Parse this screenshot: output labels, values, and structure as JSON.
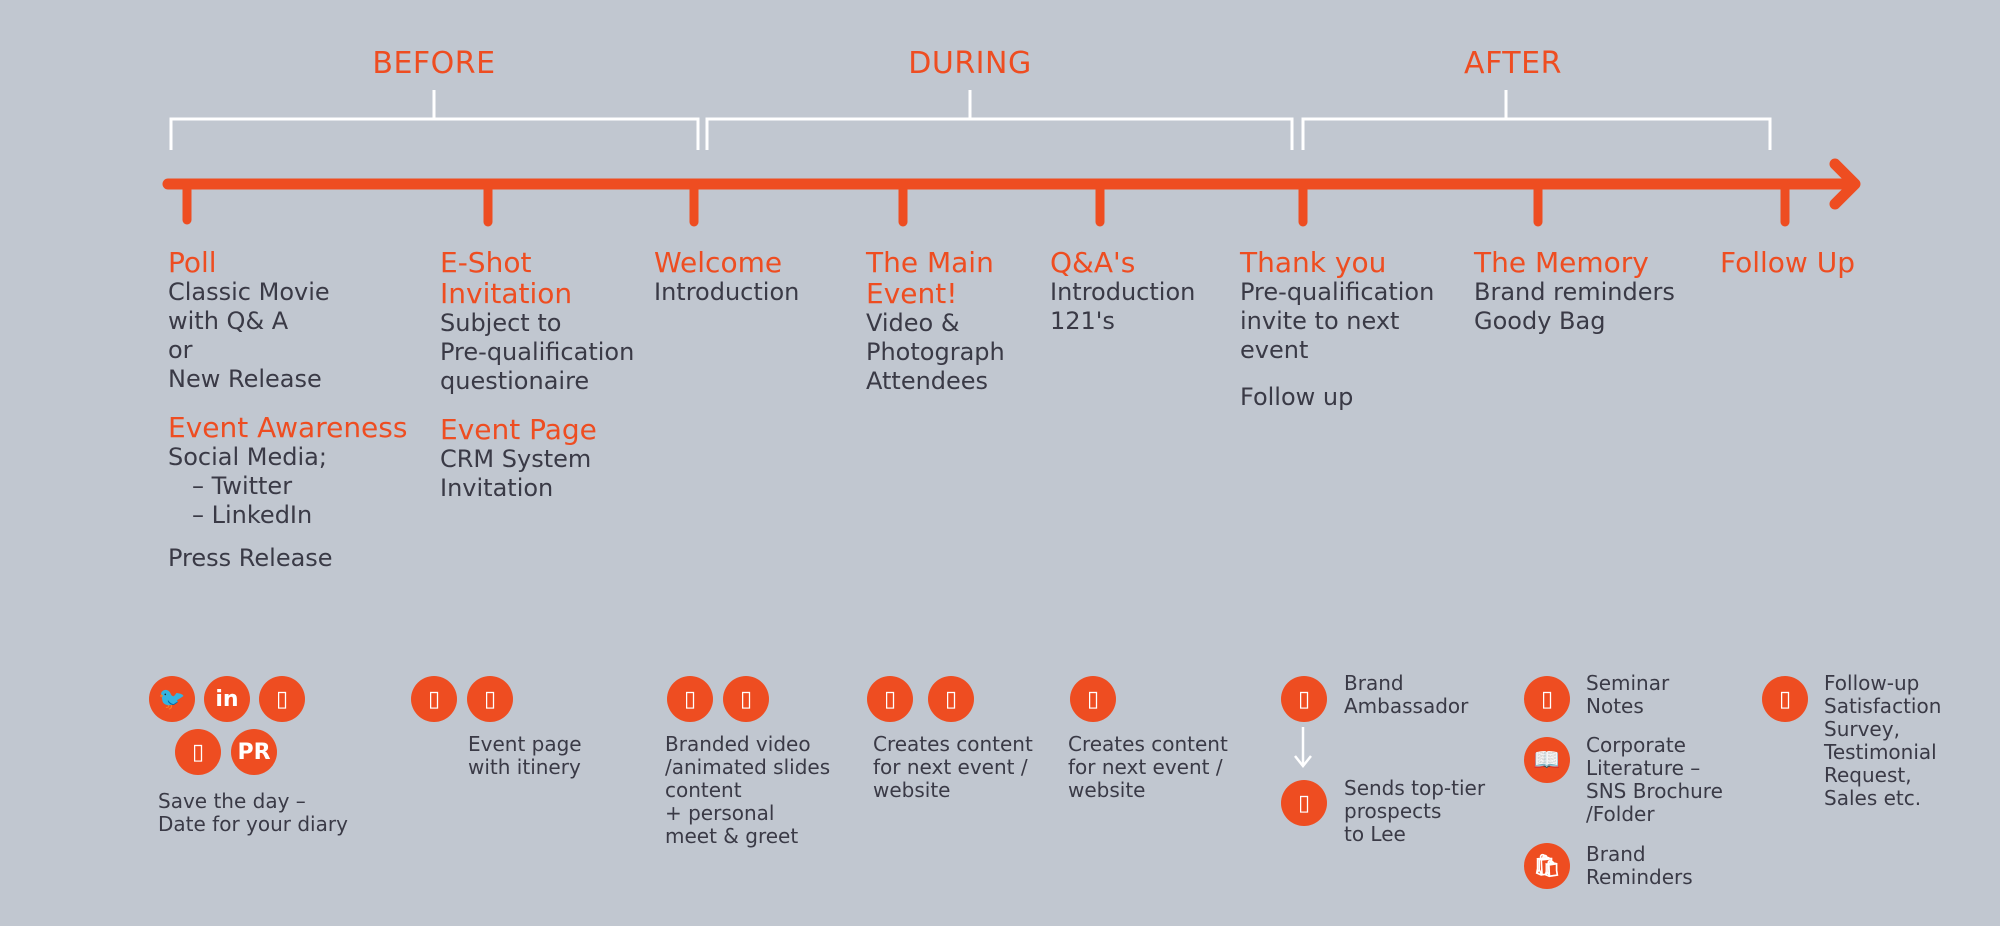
{
  "colors": {
    "accent": "#ee4d21",
    "bracket": "#ffffff",
    "text": "#3a3a46",
    "background": "#c1c7d0"
  },
  "phases": [
    "BEFORE",
    "DURING",
    "AFTER"
  ],
  "milestones": [
    {
      "title": "Poll",
      "lines": [
        "Classic Movie",
        "with Q& A",
        "or",
        "New Release"
      ],
      "sub_title": "Event Awareness",
      "sub_lines": [
        "Social Media;"
      ],
      "sub_list": [
        "– Twitter",
        "– LinkedIn"
      ],
      "extra": "Press Release"
    },
    {
      "title": "E-Shot\nInvitation",
      "lines": [
        "Subject to",
        "Pre-qualification",
        "questionaire"
      ],
      "sub_title": "Event Page",
      "sub_lines": [
        "CRM System",
        "Invitation"
      ]
    },
    {
      "title": "Welcome",
      "lines": [
        "Introduction"
      ]
    },
    {
      "title": "The Main\nEvent!",
      "lines": [
        "Video &",
        "Photograph",
        "Attendees"
      ]
    },
    {
      "title": "Q&A's",
      "lines": [
        "Introduction",
        "121's"
      ]
    },
    {
      "title": "Thank you",
      "lines": [
        "Pre-qualification",
        "invite to next",
        "event"
      ],
      "extra": "Follow up"
    },
    {
      "title": "The Memory",
      "lines": [
        "Brand reminders",
        "Goody Bag"
      ]
    },
    {
      "title": "Follow Up",
      "lines": []
    }
  ],
  "bottom": {
    "g1": {
      "icons": [
        "twitter-icon",
        "linkedin-icon",
        "icon-3",
        "icon-4"
      ],
      "pr_label": "PR",
      "twitter_glyph": "🐦",
      "linkedin_glyph": "in",
      "caption": "Save the day –\nDate for your diary"
    },
    "g2": {
      "icons": [
        "icon-a",
        "icon-b"
      ],
      "caption": "Event page\nwith itinery"
    },
    "g3": {
      "icons": [
        "icon-a",
        "icon-b"
      ],
      "caption": "Branded video\n/animated slides\ncontent\n+ personal\nmeet & greet"
    },
    "g4": {
      "icons": [
        "icon-a",
        "icon-b"
      ],
      "caption": "Creates content\nfor next event /\nwebsite"
    },
    "g5": {
      "icons": [
        "icon-a"
      ],
      "caption": "Creates content\nfor next event /\nwebsite"
    },
    "g6": {
      "item1": "Brand\nAmbassador",
      "item2": "Sends top-tier\nprospects\nto Lee",
      "arrow": "↓"
    },
    "g7": {
      "item1": "Seminar\nNotes",
      "item2": "Corporate\nLiterature –\nSNS Brochure\n/Folder",
      "item3": "Brand\nReminders",
      "book_glyph": "📖",
      "bag_glyph": "🛍"
    },
    "g8": {
      "item1": "Follow-up\nSatisfaction\nSurvey,\nTestimonial\nRequest,\nSales etc."
    }
  },
  "placeholder_glyph": "▯"
}
